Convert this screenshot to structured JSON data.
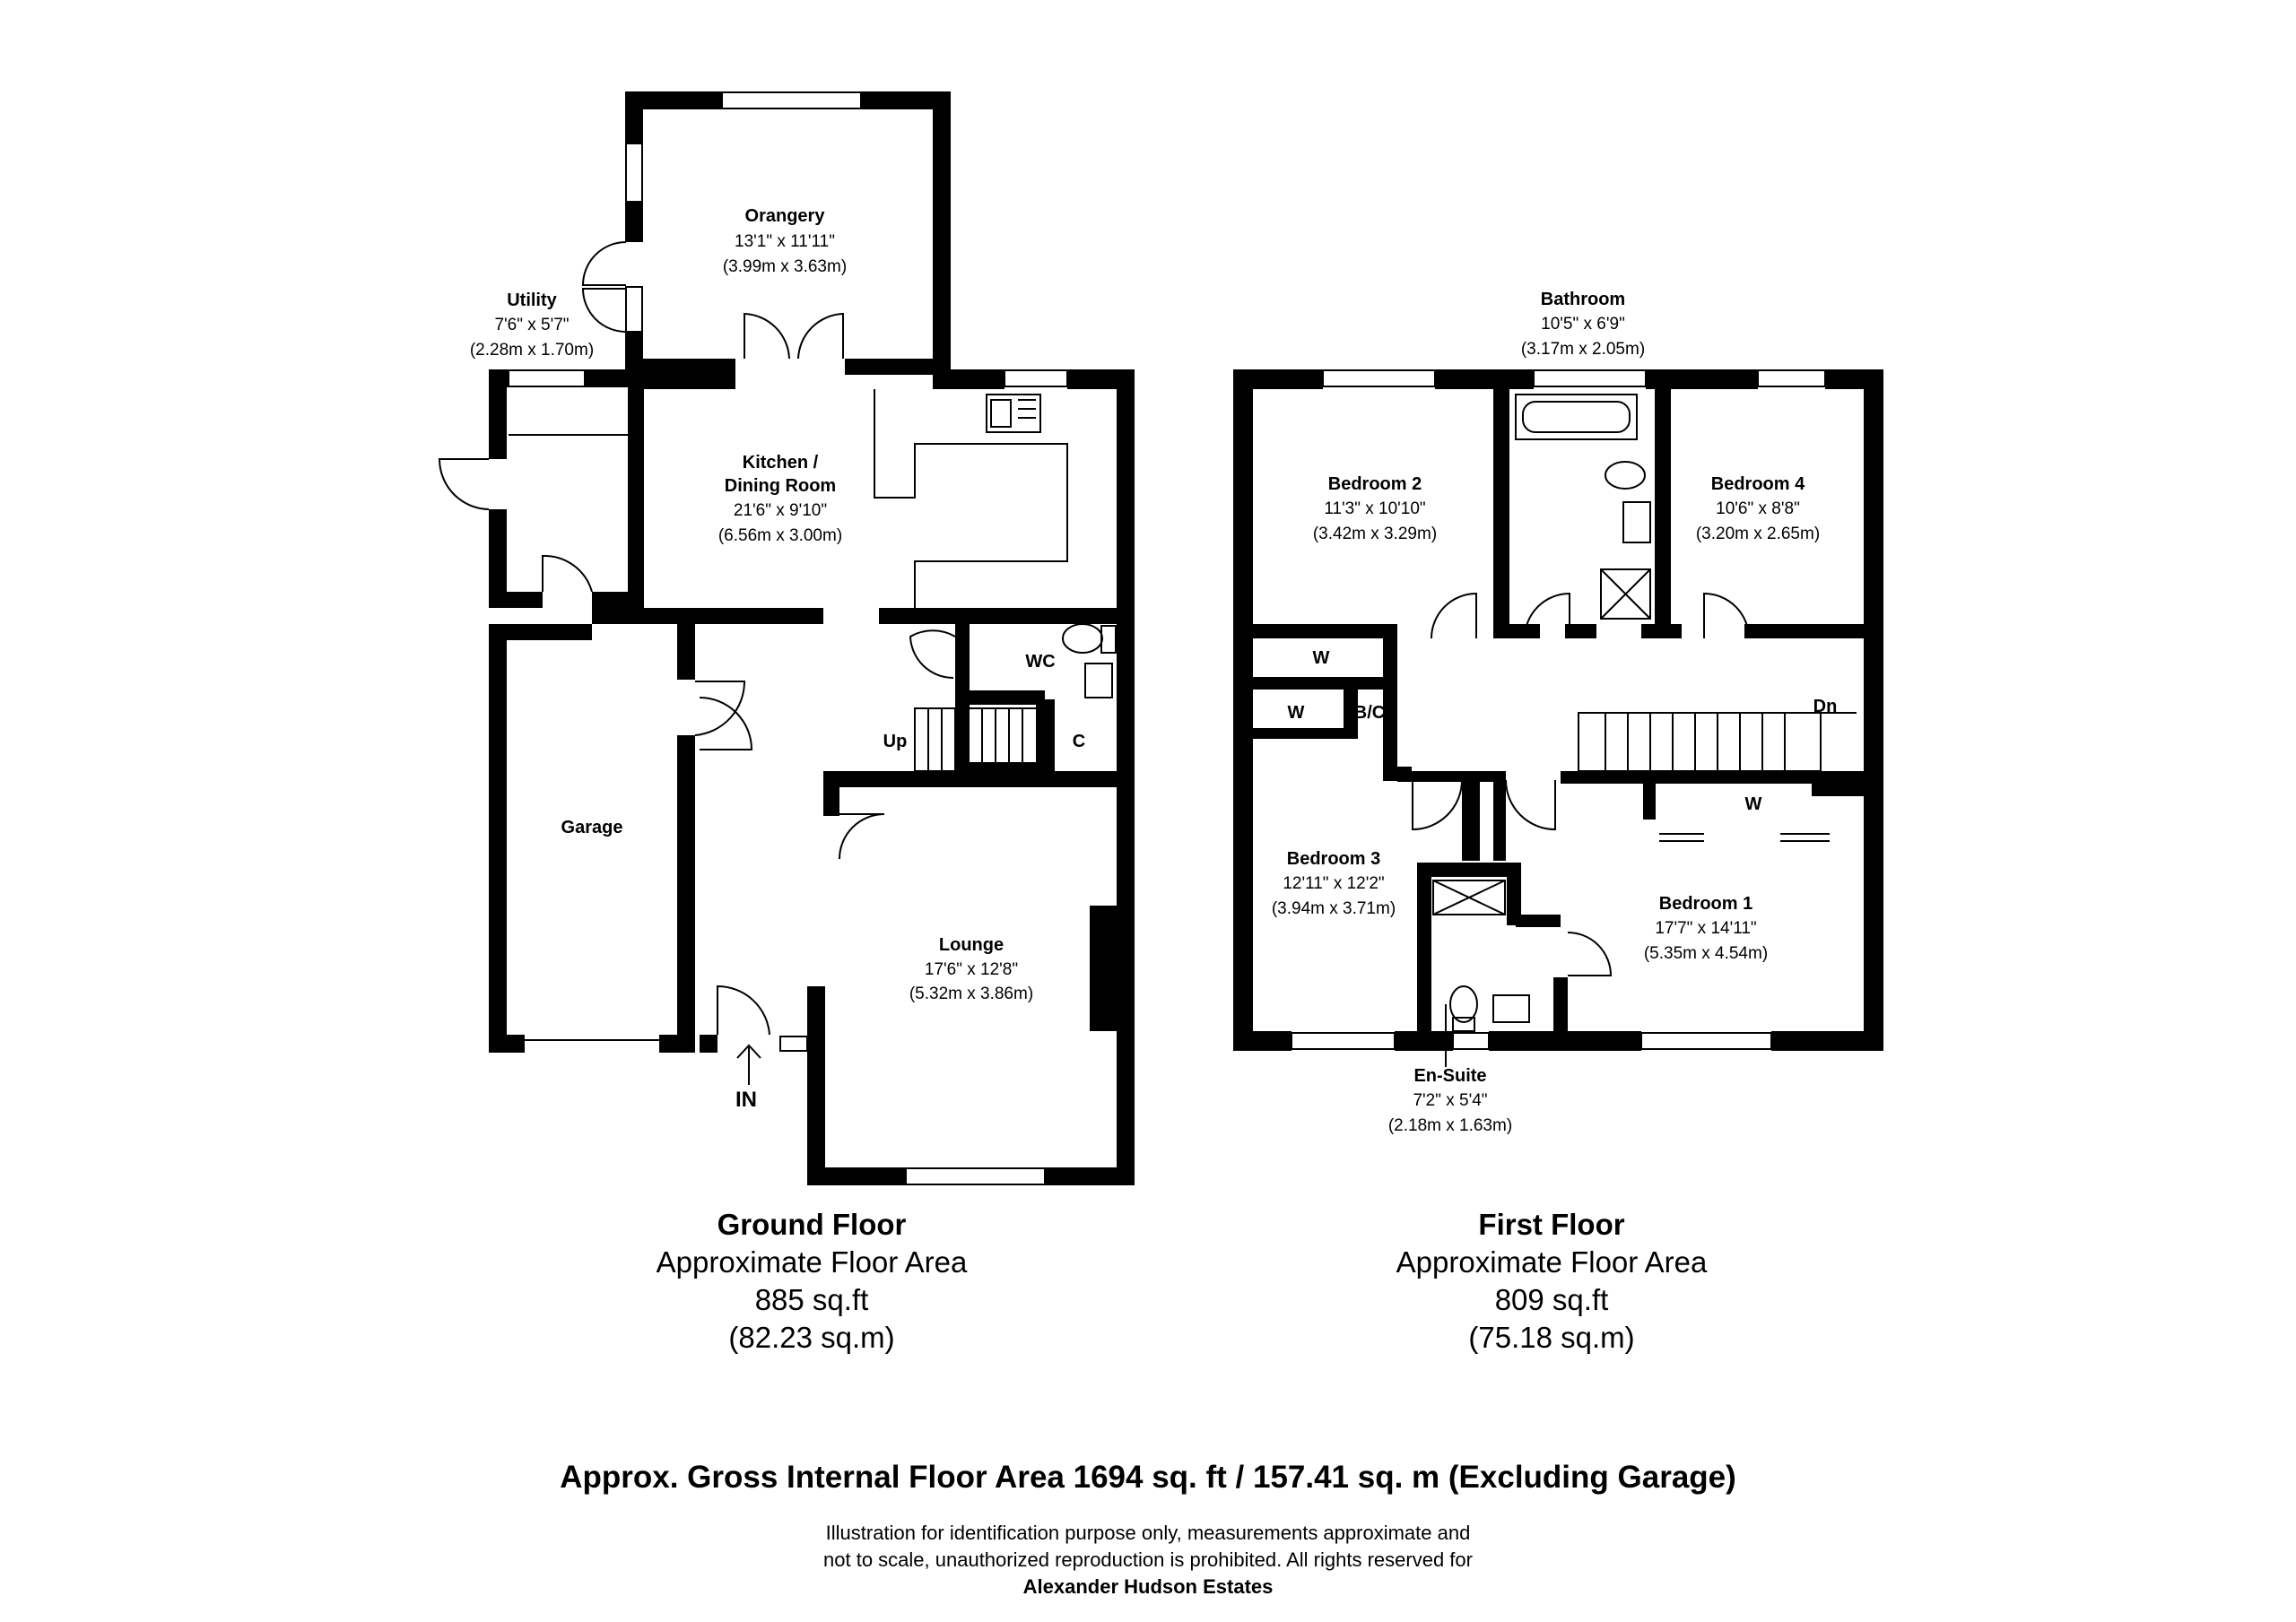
{
  "ground_floor": {
    "rooms": {
      "orangery": {
        "name": "Orangery",
        "imperial": "13'1\" x 11'11\"",
        "metric": "(3.99m x 3.63m)"
      },
      "utility": {
        "name": "Utility",
        "imperial": "7'6\" x 5'7\"",
        "metric": "(2.28m x 1.70m)"
      },
      "kitchen": {
        "name_line1": "Kitchen /",
        "name_line2": "Dining Room",
        "imperial": "21'6\" x 9'10\"",
        "metric": "(6.56m x 3.00m)"
      },
      "wc": {
        "name": "WC"
      },
      "cupboard": {
        "name": "C"
      },
      "stairs_up": {
        "name": "Up"
      },
      "garage": {
        "name": "Garage"
      },
      "lounge": {
        "name": "Lounge",
        "imperial": "17'6\" x 12'8\"",
        "metric": "(5.32m x 3.86m)"
      },
      "entrance": {
        "name": "IN"
      }
    },
    "caption": {
      "title": "Ground Floor",
      "area_label": "Approximate Floor Area",
      "sqft": "885 sq.ft",
      "sqm": "(82.23 sq.m)"
    }
  },
  "first_floor": {
    "rooms": {
      "bathroom": {
        "name": "Bathroom",
        "imperial": "10'5\" x 6'9\"",
        "metric": "(3.17m x 2.05m)"
      },
      "bedroom2": {
        "name": "Bedroom 2",
        "imperial": "11'3\" x 10'10\"",
        "metric": "(3.42m x 3.29m)"
      },
      "bedroom4": {
        "name": "Bedroom 4",
        "imperial": "10'6\" x 8'8\"",
        "metric": "(3.20m x 2.65m)"
      },
      "wardrobe_a": {
        "name": "W"
      },
      "wardrobe_b": {
        "name": "W"
      },
      "wardrobe_c": {
        "name": "W"
      },
      "boiler_cupboard": {
        "name": "B/C"
      },
      "stairs_down": {
        "name": "Dn"
      },
      "bedroom3": {
        "name": "Bedroom 3",
        "imperial": "12'11\" x 12'2\"",
        "metric": "(3.94m x 3.71m)"
      },
      "bedroom1": {
        "name": "Bedroom 1",
        "imperial": "17'7\" x 14'11\"",
        "metric": "(5.35m x 4.54m)"
      },
      "ensuite": {
        "name": "En-Suite",
        "imperial": "7'2\" x 5'4\"",
        "metric": "(2.18m x 1.63m)"
      }
    },
    "caption": {
      "title": "First Floor",
      "area_label": "Approximate Floor Area",
      "sqft": "809 sq.ft",
      "sqm": "(75.18 sq.m)"
    }
  },
  "gross_area": "Approx. Gross Internal Floor Area 1694 sq. ft / 157.41 sq. m (Excluding Garage)",
  "disclaimer": {
    "line1": "Illustration for identification purpose only, measurements approximate and",
    "line2": "not to scale, unauthorized reproduction is prohibited. All rights reserved for",
    "line3": "Alexander Hudson Estates"
  }
}
